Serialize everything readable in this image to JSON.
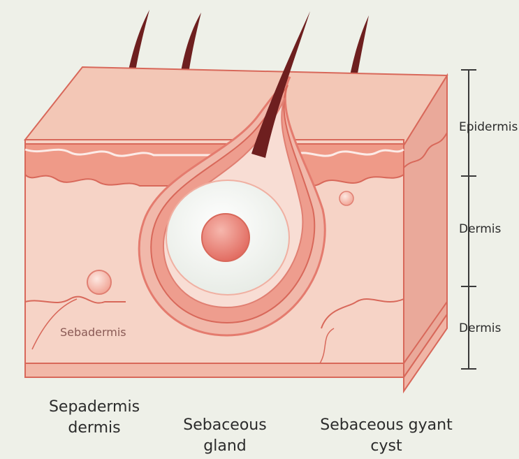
{
  "labels": {
    "right": [
      "Epidermis",
      "Dermis",
      "Dermis"
    ],
    "inner": "Sebadermis",
    "bottom": [
      {
        "line1": "Sepadermis",
        "line2": "dermis"
      },
      {
        "line1": "Sebaceous",
        "line2": "gland"
      },
      {
        "line1": "Sebaceous gyant",
        "line2": "cyst"
      }
    ]
  },
  "colors": {
    "background": "#eef0e8",
    "skin_top": "#f3c7b6",
    "skin_body": "#f6d3c6",
    "skin_side": "#eaa99a",
    "band": "#ef9a88",
    "outline": "#d8685a",
    "hair": "#6e1f1f",
    "cyst_core": "#f4f4f0",
    "nucleus": "#e9786d"
  }
}
